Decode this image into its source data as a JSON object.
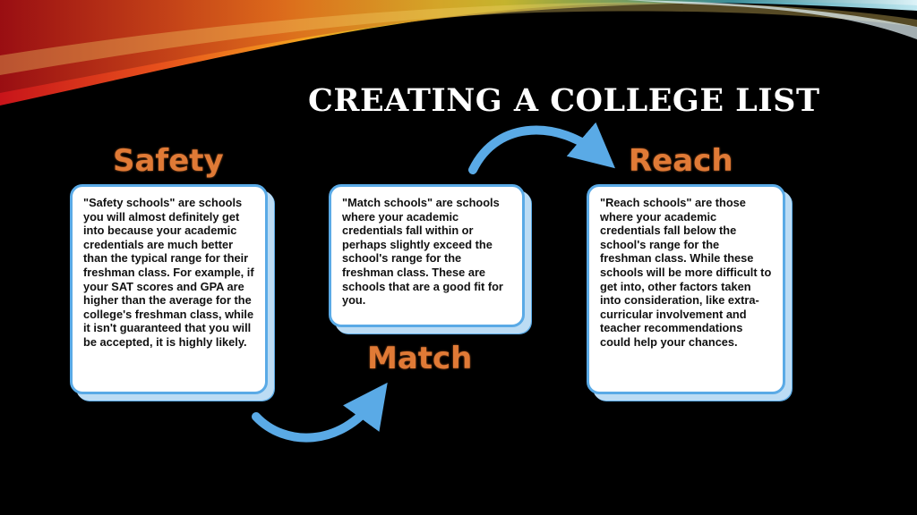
{
  "slide": {
    "title": "CREATING A COLLEGE LIST",
    "colors": {
      "background": "#000000",
      "heading": "#e07a36",
      "card_border": "#5aaae6",
      "arrow": "#5aaae6",
      "title": "#ffffff"
    }
  },
  "diagram": {
    "safety": {
      "heading": "Safety",
      "text": "\"Safety schools\" are schools you will almost definitely get into because your academic credentials are much better than the typical range for their freshman class. For example, if your SAT scores and GPA are higher than the average for the college's freshman class, while it isn't guaranteed that you will be accepted, it is highly likely."
    },
    "match": {
      "heading": "Match",
      "text": "\"Match schools\" are schools where your academic credentials fall within or perhaps slightly exceed the school's range for the freshman class. These are schools that are a good fit for you."
    },
    "reach": {
      "heading": "Reach",
      "text": "\"Reach schools\" are those where your academic credentials fall below the school's range for the freshman class. While these schools will be more difficult to get into, other factors taken into consideration, like extra-curricular involvement and teacher recommendations could help your chances."
    },
    "arrow_icons": [
      "curved-arrow-safety-to-match",
      "curved-arrow-match-to-reach"
    ]
  }
}
